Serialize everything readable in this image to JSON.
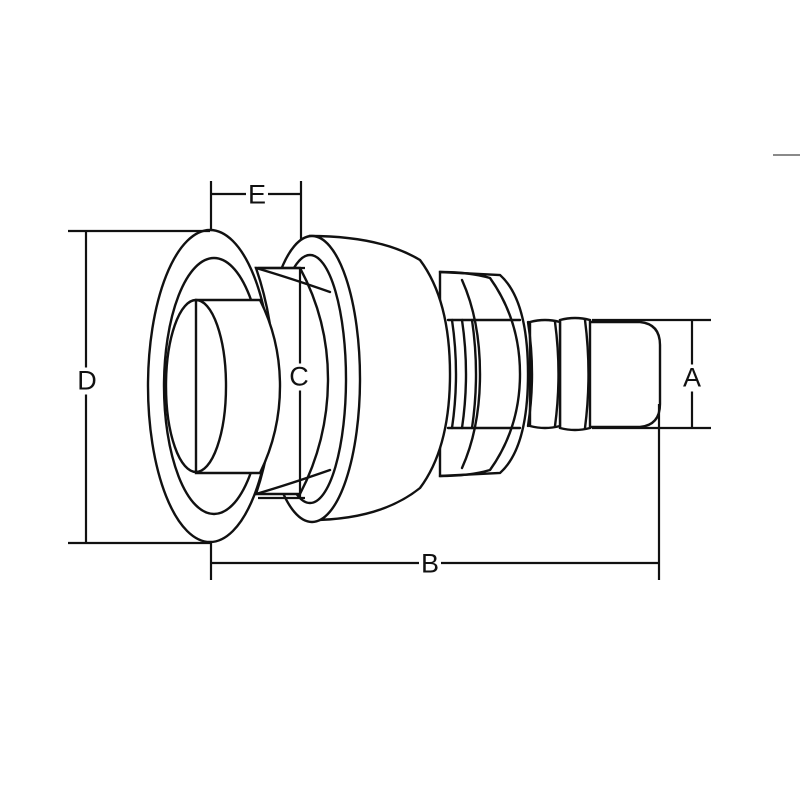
{
  "diagram": {
    "subject": "Thru-hull fitting / hose barb dimensional drawing",
    "colors": {
      "line": "#111111",
      "background": "#ffffff",
      "corner_mark": "#8a8a8a"
    },
    "dimensions": {
      "A": {
        "label": "A",
        "meaning": "hose barb outer diameter"
      },
      "B": {
        "label": "B",
        "meaning": "overall length"
      },
      "C": {
        "label": "C",
        "meaning": "thread / body diameter"
      },
      "D": {
        "label": "D",
        "meaning": "flange outer diameter"
      },
      "E": {
        "label": "E",
        "meaning": "flange-to-nut spacing"
      }
    }
  }
}
